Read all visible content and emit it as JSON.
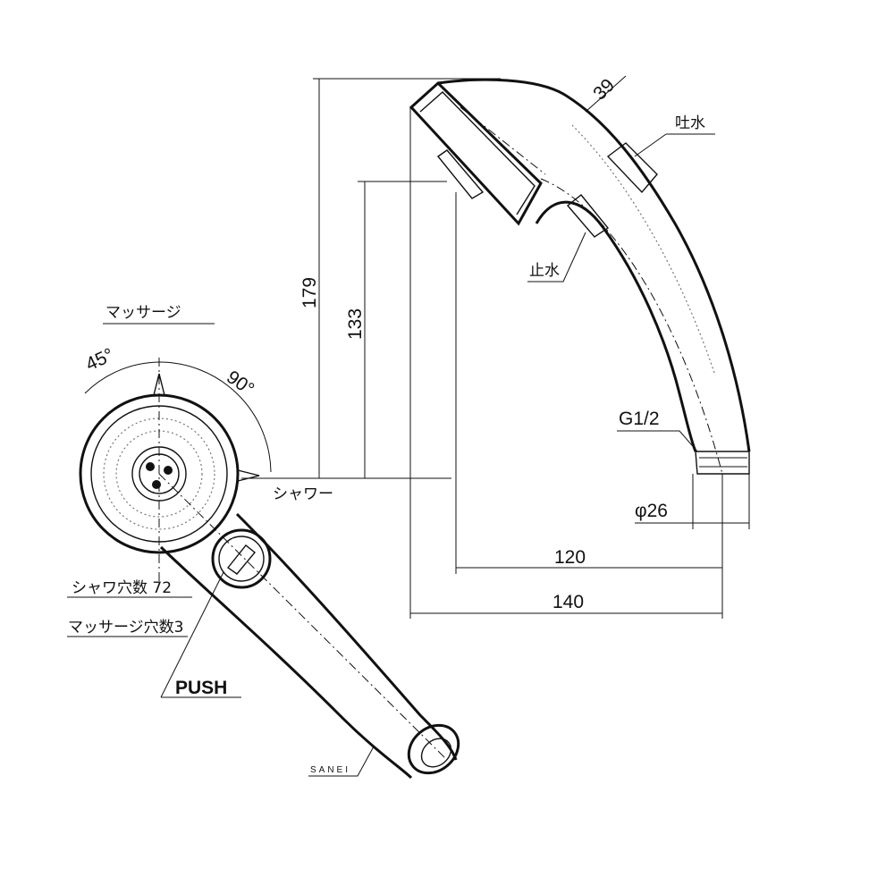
{
  "labels": {
    "width_39": "39",
    "spout": "吐水",
    "stop": "止水",
    "height_179": "179",
    "height_133": "133",
    "massage": "マッサージ",
    "angle_45": "45°",
    "angle_90": "90°",
    "shower": "シャワー",
    "thread": "G1/2",
    "diameter": "φ26",
    "length_120": "120",
    "length_140": "140",
    "shower_holes": "シャワ穴数 72",
    "massage_holes": "マッサージ穴数3",
    "push": "PUSH",
    "brand": "SANEI"
  },
  "colors": {
    "line": "#111111",
    "background": "#ffffff"
  }
}
